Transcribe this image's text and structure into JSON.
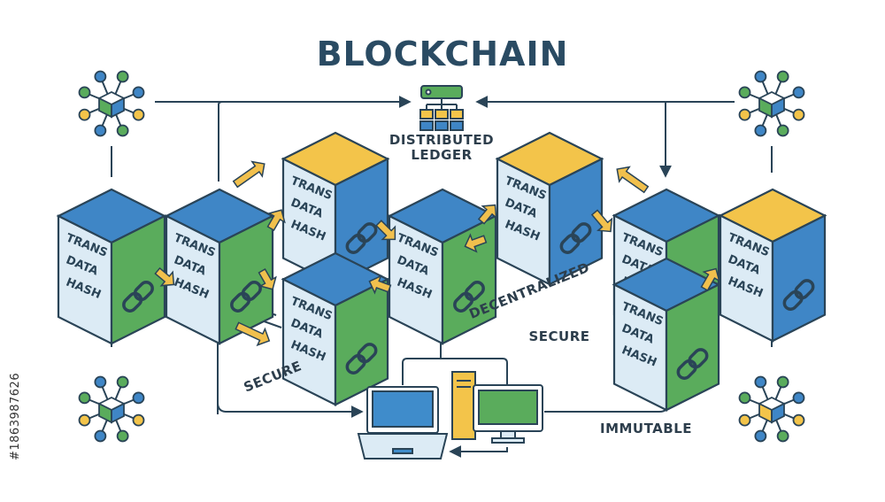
{
  "title": "BLOCKCHAIN",
  "labels": {
    "ledger_line1": "DISTRIBUTED",
    "ledger_line2": "LEDGER",
    "decentralized": "DECENTRALIZED",
    "secure_left": "SECURE",
    "secure_right": "SECURE",
    "immutable": "IMMUTABLE"
  },
  "block_text": {
    "line1": "TRANS",
    "line2": "DATA",
    "line3": "HASH"
  },
  "watermark_id": "#1863987626",
  "colors": {
    "outline": "#2a4457",
    "blue": "#3f86c6",
    "blue_face": "#3f8ccb",
    "green": "#5aac5c",
    "yellow": "#f3c44a",
    "face_light": "#dcebf5",
    "arrow": "#f1c04d",
    "title": "#2a4b63"
  }
}
